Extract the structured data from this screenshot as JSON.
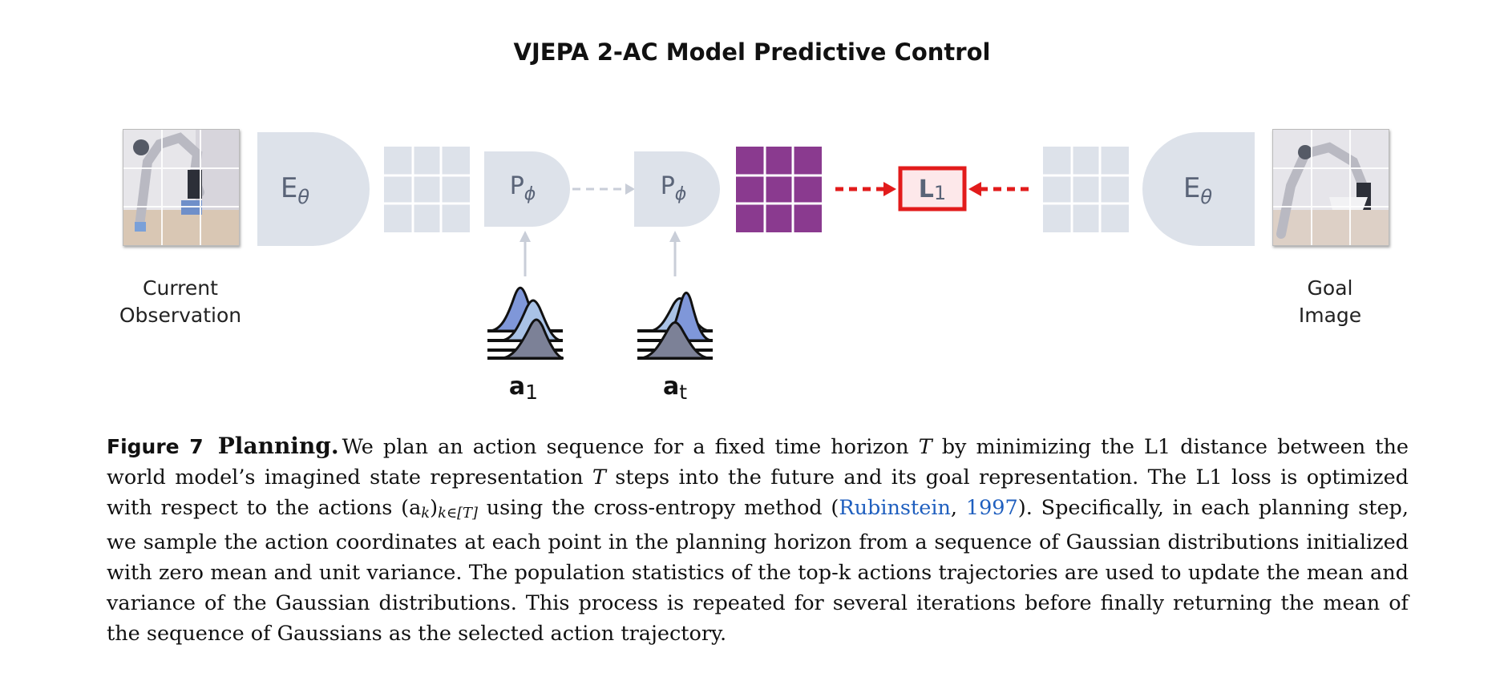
{
  "diagram": {
    "title": "VJEPA 2-AC Model Predictive Control",
    "encoder_label": "E",
    "encoder_sub": "θ",
    "predictor_label": "P",
    "predictor_sub": "ϕ",
    "loss_label": "L",
    "loss_sub": "1",
    "current_label_line1": "Current",
    "current_label_line2": "Observation",
    "goal_label_line1": "Goal",
    "goal_label_line2": "Image",
    "action1_label": "a",
    "action1_sub": "1",
    "actiont_label": "a",
    "actiont_sub": "t",
    "colors": {
      "block_gray": "#dde2ea",
      "block_text": "#5a6478",
      "purple": "#8a3a8f",
      "loss_red": "#e21b1b",
      "loss_fill": "#fde8ea",
      "gauss_dark": "#7c8197",
      "gauss_blue": "#7f97d9",
      "gauss_light": "#a9c2e6"
    }
  },
  "caption": {
    "figure_label": "Figure 7",
    "header": "Planning.",
    "t1": "We plan an action sequence for a fixed time horizon ",
    "T": "T",
    "t2": " by minimizing the L1 distance between the world model’s imagined state representation ",
    "t3": " steps into the future and its goal representation. The L1 loss is optimized with respect to the actions ",
    "math_actions": "(a",
    "math_sub": "k",
    "math_close": ")",
    "math_range": "k∈[T]",
    "t4": " using the cross-entropy method (",
    "cite_author": "Rubinstein",
    "cite_sep": ", ",
    "cite_year": "1997",
    "t5": "). Specifically, in each planning step, we sample the action coordinates at each point in the planning horizon from a sequence of Gaussian distributions initialized with zero mean and unit variance. The population statistics of the top-k actions trajectories are used to update the mean and variance of the Gaussian distributions. This process is repeated for several iterations before finally returning the mean of the sequence of Gaussians as the selected action trajectory."
  }
}
